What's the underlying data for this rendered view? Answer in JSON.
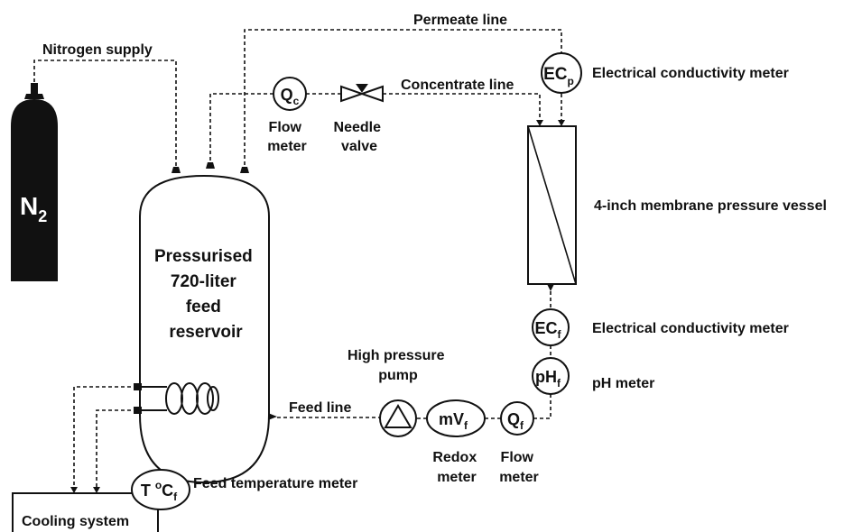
{
  "labels": {
    "nitrogen_supply": "Nitrogen supply",
    "n2_symbol": "N",
    "n2_sub": "2",
    "permeate_line": "Permeate line",
    "concentrate_line": "Concentrate line",
    "flow_meter_top_1": "Flow",
    "flow_meter_top_2": "meter",
    "needle_valve_1": "Needle",
    "needle_valve_2": "valve",
    "ec_meter_top": "Electrical conductivity meter",
    "membrane_vessel": "4-inch membrane pressure vessel",
    "reservoir_1": "Pressurised",
    "reservoir_2": "720-liter",
    "reservoir_3": "feed",
    "reservoir_4": "reservoir",
    "ec_meter_bottom": "Electrical conductivity meter",
    "ph_meter": "pH meter",
    "hp_pump_1": "High pressure",
    "hp_pump_2": "pump",
    "feed_line": "Feed line",
    "redox_1": "Redox",
    "redox_2": "meter",
    "flow_meter_bot_1": "Flow",
    "flow_meter_bot_2": "meter",
    "feed_temp": "Feed temperature meter",
    "cooling": "Cooling system"
  },
  "instruments": {
    "qc_main": "Q",
    "qc_sub": "c",
    "ecp_main": "EC",
    "ecp_sub": "p",
    "ecf_main": "EC",
    "ecf_sub": "f",
    "phf_main": "pH",
    "phf_sub": "f",
    "mvf_main": "mV",
    "mvf_sub": "f",
    "qf_main": "Q",
    "qf_sub": "f",
    "temp_main": "T ",
    "temp_deg": "o",
    "temp_c": "C",
    "temp_sub": "f"
  },
  "colors": {
    "cylinder": "#111111",
    "ink": "#111111",
    "background": "#ffffff"
  }
}
